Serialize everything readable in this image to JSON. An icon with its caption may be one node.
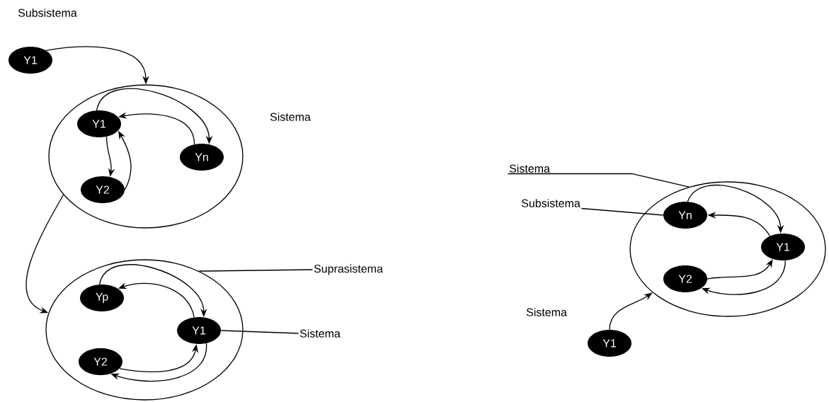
{
  "diagram": {
    "nodes": [
      {
        "text": [
          "Y1"
        ]
      },
      {
        "text": [],
        "shape": "ellipse"
      },
      {
        "text": [
          "Y1"
        ],
        "in": 1
      },
      {
        "text": [
          "Yn"
        ],
        "in": 1
      },
      {
        "text": [
          "Y2"
        ],
        "in": 1
      },
      {
        "text": [],
        "shape": "ellipse"
      },
      {
        "text": [
          "Yp"
        ],
        "in": 5
      },
      {
        "text": [
          "Y1"
        ],
        "in": 5
      },
      {
        "text": [
          "Y2"
        ],
        "in": 5
      },
      {
        "text": [],
        "shape": "ellipse"
      },
      {
        "text": [
          "Yn"
        ],
        "in": 9
      },
      {
        "text": [
          "Y1"
        ],
        "in": 9
      },
      {
        "text": [
          "Y2"
        ],
        "in": 9
      },
      {
        "text": [
          "Y1"
        ]
      },
      {
        "text": [
          "Suprasistema"
        ]
      },
      {
        "text": [
          "Sistema"
        ]
      },
      {
        "text": [
          "Sistema"
        ]
      },
      {
        "text": [
          "Subsistema"
        ]
      }
    ],
    "edges": [
      {
        "from": 0,
        "to": 1,
        "arrow": "to"
      },
      {
        "from": 2,
        "to": 3,
        "arrow": "to"
      },
      {
        "from": 3,
        "to": 2,
        "arrow": "to"
      },
      {
        "from": 2,
        "to": 4,
        "arrow": "to"
      },
      {
        "from": 4,
        "to": 2,
        "arrow": "to"
      },
      {
        "from": 1,
        "to": 5,
        "arrow": "to"
      },
      {
        "from": 6,
        "to": 7,
        "arrow": "to"
      },
      {
        "from": 7,
        "to": 6,
        "arrow": "to"
      },
      {
        "from": 8,
        "to": 7,
        "arrow": "to"
      },
      {
        "from": 7,
        "to": 8,
        "arrow": "to"
      },
      {
        "from": 10,
        "to": 11,
        "arrow": "to"
      },
      {
        "from": 11,
        "to": 10,
        "arrow": "to"
      },
      {
        "from": 12,
        "to": 11,
        "arrow": "to"
      },
      {
        "from": 11,
        "to": 12,
        "arrow": "to"
      },
      {
        "from": 13,
        "to": 9,
        "arrow": "to"
      },
      {
        "from": 14,
        "to": 5,
        "arrow": "none"
      },
      {
        "from": 15,
        "to": 7,
        "arrow": "none"
      },
      {
        "from": 16,
        "to": 9,
        "arrow": "none"
      },
      {
        "from": 17,
        "to": 10,
        "arrow": "none"
      }
    ],
    "labels": [
      "Subsistema",
      "Sistema",
      "Sistema"
    ]
  }
}
